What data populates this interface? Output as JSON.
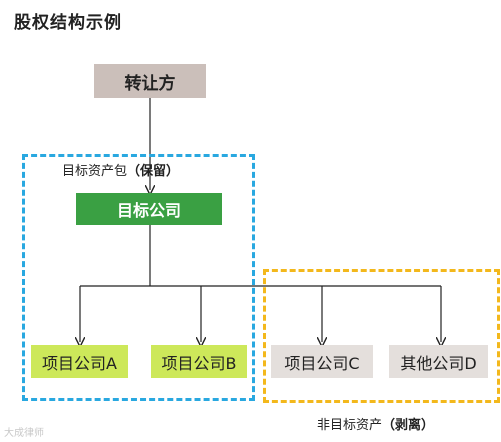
{
  "title": "股权结构示例",
  "nodes": {
    "transferor": "转让方",
    "target": "目标公司",
    "sub_a": "项目公司A",
    "sub_b": "项目公司B",
    "sub_c": "项目公司C",
    "sub_d": "其他公司D"
  },
  "groups": {
    "retained_label": "目标资产包",
    "retained_note": "（保留）",
    "stripped_label": "非目标资产",
    "stripped_note": "（剥离）"
  },
  "colors": {
    "transferor_fill": "#cbbfba",
    "target_fill": "#3aa043",
    "retained_sub_fill": "#cde85a",
    "stripped_sub_fill": "#e4dfdc",
    "retained_border": "#29a8e0",
    "stripped_border": "#f3b81c"
  },
  "watermark": "大成律师"
}
